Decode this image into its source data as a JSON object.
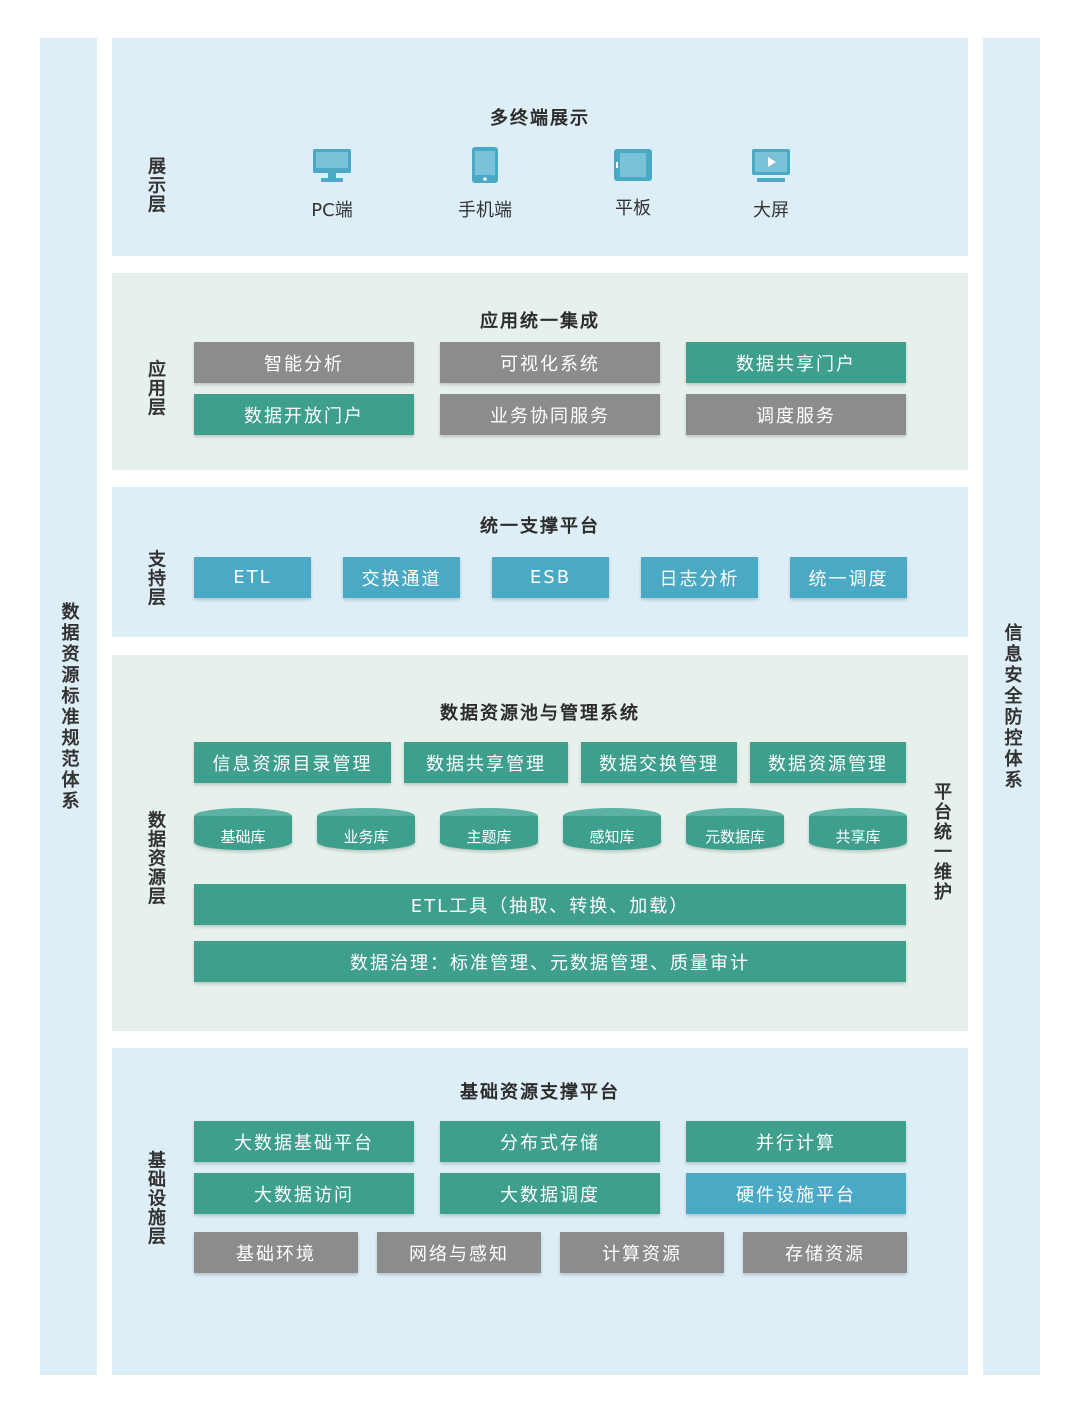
{
  "left_bar": "数据资源标准规范体系",
  "right_bar": "信息安全防控体系",
  "display_layer": {
    "label": "展示层",
    "title": "多终端展示",
    "devices": [
      {
        "icon": "monitor-icon",
        "label": "PC端"
      },
      {
        "icon": "phone-icon",
        "label": "手机端"
      },
      {
        "icon": "tablet-icon",
        "label": "平板"
      },
      {
        "icon": "big-screen-icon",
        "label": "大屏"
      }
    ]
  },
  "app_layer": {
    "label": "应用层",
    "title": "应用统一集成",
    "items": [
      "智能分析",
      "可视化系统",
      "数据共享门户",
      "数据开放门户",
      "业务协同服务",
      "调度服务"
    ]
  },
  "support_layer": {
    "label": "支持层",
    "title": "统一支撑平台",
    "items": [
      "ETL",
      "交换通道",
      "ESB",
      "日志分析",
      "统一调度"
    ]
  },
  "data_layer": {
    "label": "数据资源层",
    "title": "数据资源池与管理系统",
    "mgmt": [
      "信息资源目录管理",
      "数据共享管理",
      "数据交换管理",
      "数据资源管理"
    ],
    "dbs": [
      "基础库",
      "业务库",
      "主题库",
      "感知库",
      "元数据库",
      "共享库"
    ],
    "etl": "ETL工具（抽取、转换、加载）",
    "governance": "数据治理：标准管理、元数据管理、质量审计",
    "maintenance": "平台统一维护"
  },
  "infra_layer": {
    "label": "基础设施层",
    "title": "基础资源支撑平台",
    "row1": [
      "大数据基础平台",
      "分布式存储",
      "并行计算"
    ],
    "row2": [
      "大数据访问",
      "大数据调度",
      "硬件设施平台"
    ],
    "row3": [
      "基础环境",
      "网络与感知",
      "计算资源",
      "存储资源"
    ]
  },
  "colors": {
    "green": "#3e9f8d",
    "gray": "#8c8c8c",
    "cyan": "#4aa9c4",
    "panel_blue": "#ddeef6",
    "panel_green": "#e6f1ec"
  }
}
